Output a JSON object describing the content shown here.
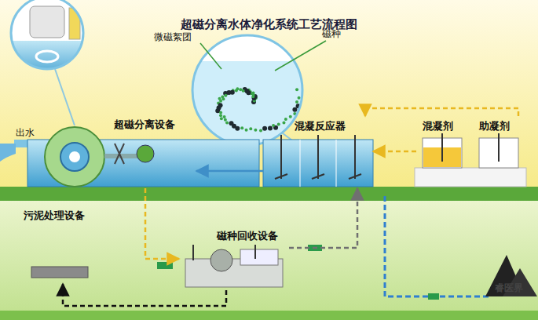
{
  "diagram": {
    "title": "超磁分离水体净化系统工艺流程图",
    "nodes": [
      {
        "text": [
          "超磁分离设备"
        ]
      },
      {
        "text": [
          "混凝反应器"
        ]
      },
      {
        "text": [
          "混凝剂"
        ]
      },
      {
        "text": [
          "助凝剂"
        ]
      },
      {
        "text": [
          "磁种回收设备"
        ]
      },
      {
        "text": [
          "污泥处理设备"
        ]
      }
    ],
    "edges": [
      {
        "from": 2,
        "to": 1,
        "arrow": "to"
      },
      {
        "from": 3,
        "to": 1,
        "arrow": "to"
      },
      {
        "from": 1,
        "to": 0,
        "arrow": "to"
      },
      {
        "from": 0,
        "to": 4,
        "arrow": "to"
      },
      {
        "from": 4,
        "to": 1,
        "arrow": "to"
      },
      {
        "from": 4,
        "to": 5,
        "arrow": "to"
      }
    ],
    "labels": [
      "微磁絮团",
      "磁种",
      "出水",
      "睿医界"
    ]
  }
}
